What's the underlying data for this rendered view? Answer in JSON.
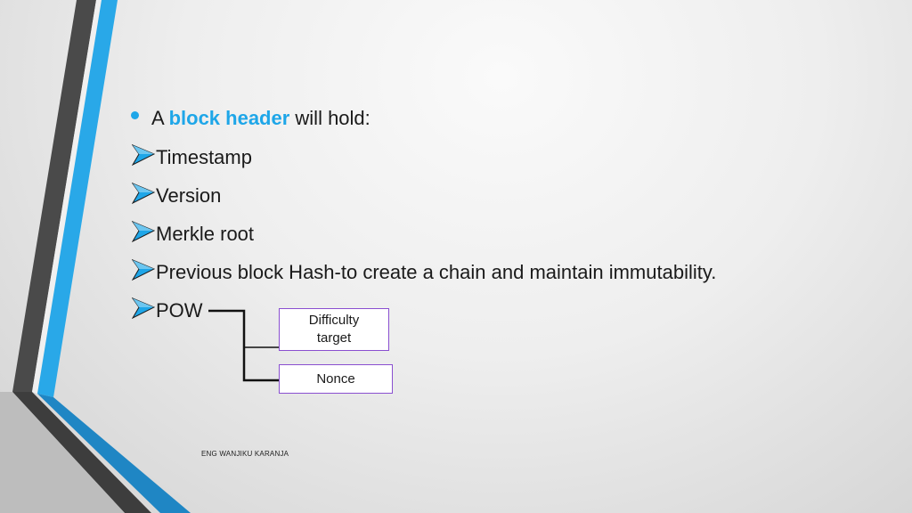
{
  "slide": {
    "intro": {
      "prefix": "A ",
      "highlight": "block header",
      "suffix": " will hold:"
    },
    "items": [
      "Timestamp",
      "Version",
      "Merkle root",
      "Previous block Hash-to create a chain and maintain immutability.",
      "POW"
    ],
    "pow_branches": [
      {
        "line1": "Difficulty",
        "line2": "target"
      },
      {
        "line1": "Nonce"
      }
    ],
    "footer": "ENG WANJIKU KARANJA"
  },
  "colors": {
    "accent": "#1ea6e8",
    "box_border": "#8a4fd0",
    "stripe_dark": "#4a4a4a",
    "stripe_blue": "#29a8e8"
  },
  "icons": {
    "bullet": "bullet-dot",
    "item_marker": "arrow-bullet-icon"
  }
}
